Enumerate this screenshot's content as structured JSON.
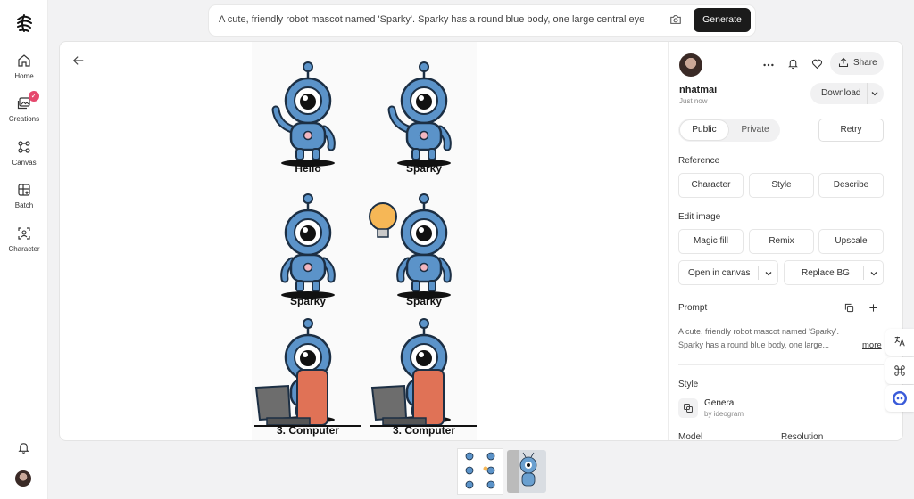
{
  "nav": {
    "items": [
      {
        "label": "Home",
        "icon": "home-icon"
      },
      {
        "label": "Creations",
        "icon": "images-icon"
      },
      {
        "label": "Canvas",
        "icon": "nodes-icon"
      },
      {
        "label": "Batch",
        "icon": "grid-plus-icon"
      },
      {
        "label": "Character",
        "icon": "character-scan-icon"
      }
    ],
    "creations_badge": "✓"
  },
  "topbar": {
    "prompt": "A cute, friendly robot mascot named 'Sparky'. Sparky has a round blue body, one large central eye",
    "generate_label": "Generate"
  },
  "image": {
    "captions": [
      "Hello",
      "Sparky",
      "Sparky",
      "Sparky",
      "3. Computer",
      "3. Computer"
    ]
  },
  "details": {
    "username": "nhatmai",
    "time": "Just now",
    "share_label": "Share",
    "download_label": "Download",
    "visibility_public": "Public",
    "visibility_private": "Private",
    "retry_label": "Retry",
    "reference_title": "Reference",
    "reference_buttons": [
      "Character",
      "Style",
      "Describe"
    ],
    "edit_title": "Edit image",
    "edit_buttons": [
      "Magic fill",
      "Remix",
      "Upscale"
    ],
    "open_canvas_label": "Open in canvas",
    "replace_bg_label": "Replace BG",
    "prompt_title": "Prompt",
    "prompt_line1": "A cute, friendly robot mascot named 'Sparky'.",
    "prompt_line2": "Sparky has a round blue body, one large...",
    "more_label": "more",
    "style_title": "Style",
    "style_name": "General",
    "style_by": "by ideogram",
    "model_title": "Model",
    "resolution_title": "Resolution"
  },
  "colors": {
    "accent": "#e5486d",
    "robot": "#5b93c9",
    "dark": "#1b1b1b"
  }
}
